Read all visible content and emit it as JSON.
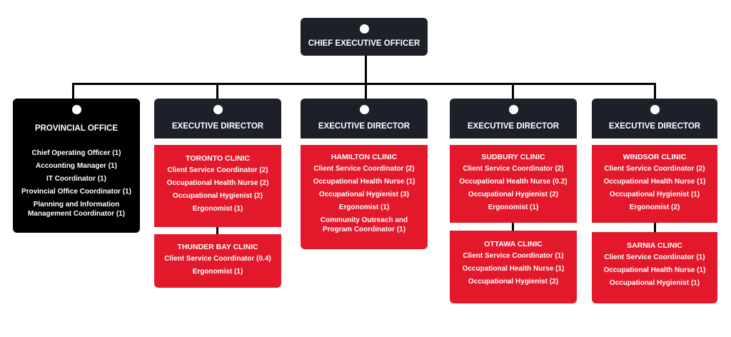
{
  "ceo": {
    "title": "CHIEF EXECUTIVE OFFICER"
  },
  "provincial": {
    "title": "PROVINCIAL OFFICE",
    "items": [
      "Chief Operating Officer (1)",
      "Accounting Manager (1)",
      "IT Coordinator (1)",
      "Provincial Office Coordinator (1)",
      "Planning and Information Management Coordinator (1)"
    ]
  },
  "columns": [
    {
      "title": "EXECUTIVE DIRECTOR",
      "clinics": [
        {
          "name": "TORONTO CLINIC",
          "items": [
            "Client Service Coordinator (2)",
            "Occupational Health Nurse (2)",
            "Occupational Hygienist  (2)",
            "Ergonomist (1)"
          ]
        },
        {
          "name": "THUNDER BAY CLINIC",
          "items": [
            "Client Service Coordinator (0.4)",
            "Ergonomist (1)"
          ]
        }
      ]
    },
    {
      "title": "EXECUTIVE DIRECTOR",
      "clinics": [
        {
          "name": "HAMILTON CLINIC",
          "items": [
            "Client Service Coordinator (2)",
            "Occupational Health Nurse (1)",
            "Occupational Hygienist (3)",
            "Ergonomist (1)",
            "Community Outreach and Program Coordinator (1)"
          ]
        }
      ]
    },
    {
      "title": "EXECUTIVE DIRECTOR",
      "clinics": [
        {
          "name": "SUDBURY CLINIC",
          "items": [
            "Client Service Coordinator (2)",
            "Occupational Health Nurse (0.2)",
            "Occupational Hygienist (2)",
            "Ergonomist  (1)"
          ]
        },
        {
          "name": "OTTAWA CLINIC",
          "items": [
            "Client Service Coordinator (1)",
            "Occupational Health Nurse (1)",
            "Occupational Hygienist (2)"
          ]
        }
      ]
    },
    {
      "title": "EXECUTIVE DIRECTOR",
      "clinics": [
        {
          "name": "WINDSOR CLINIC",
          "items": [
            "Client Service Coordinator (2)",
            "Occupational Health Nurse (1)",
            "Occupational Hygienist (1)",
            "Ergonomist (2)"
          ]
        },
        {
          "name": "SARNIA CLINIC",
          "items": [
            "Client Service Coordinator (1)",
            "Occupational Health Nurse (1)",
            "Occupational Hygienist (1)"
          ]
        }
      ]
    }
  ],
  "colors": {
    "dark": "#1e2029",
    "red": "#e3192b",
    "black": "#000000",
    "line": "#000000"
  }
}
